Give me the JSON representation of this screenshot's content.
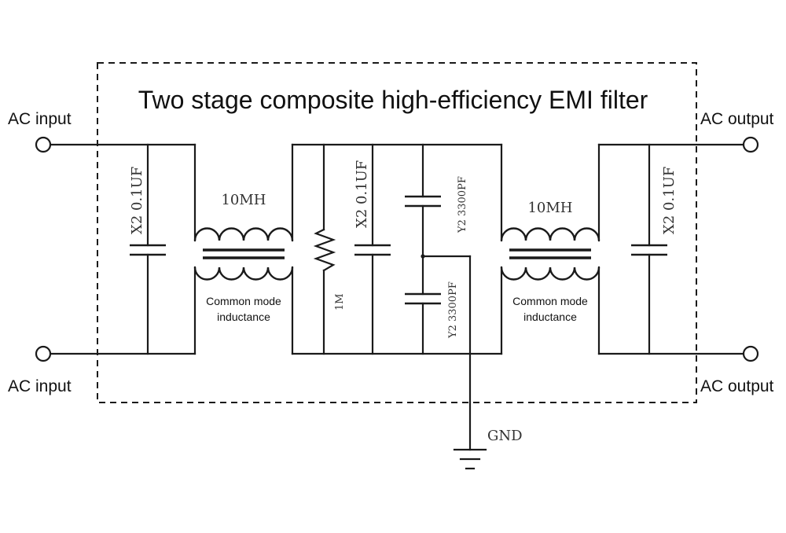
{
  "title": "Two stage composite high-efficiency EMI filter",
  "terminals": {
    "input_top": "AC input",
    "input_bottom": "AC input",
    "output_top": "AC output",
    "output_bottom": "AC output"
  },
  "components": {
    "x2_cap_left": "X2 0.1UF",
    "x2_cap_mid": "X2 0.1UF",
    "x2_cap_right": "X2 0.1UF",
    "inductor_left_value": "10MH",
    "inductor_right_value": "10MH",
    "inductor_left_label_1": "Common mode",
    "inductor_left_label_2": "inductance",
    "inductor_right_label_1": "Common mode",
    "inductor_right_label_2": "inductance",
    "resistor": "1M",
    "y2_cap_top": "Y2 3300PF",
    "y2_cap_bottom": "Y2 3300PF",
    "ground": "GND"
  }
}
